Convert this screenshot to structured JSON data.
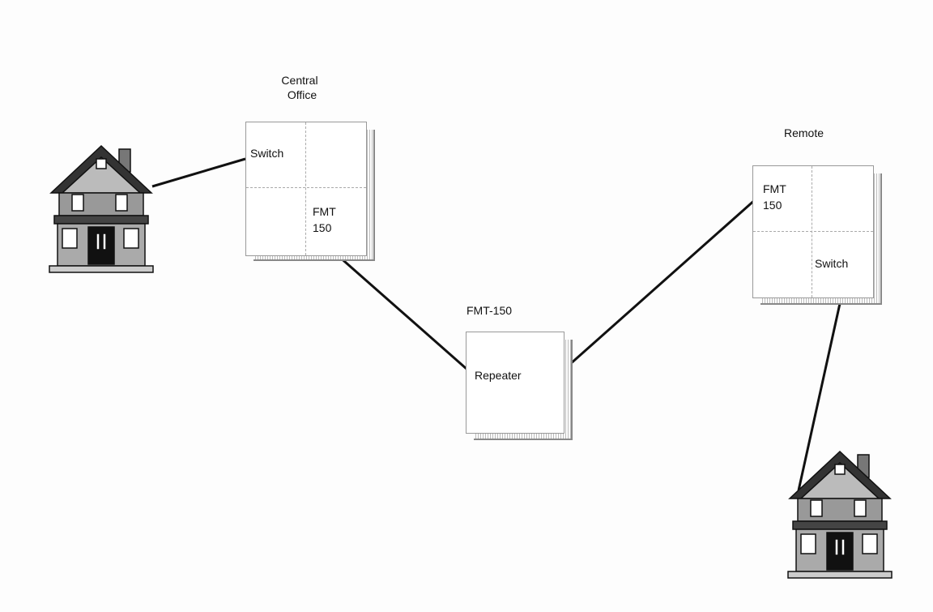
{
  "central_office": {
    "title_line1": "Central",
    "title_line2": "Office",
    "switch_label": "Switch",
    "fmt_line1": "FMT",
    "fmt_line2": "150"
  },
  "repeater": {
    "title": "FMT-150",
    "label": "Repeater"
  },
  "remote": {
    "title": "Remote",
    "fmt_line1": "FMT",
    "fmt_line2": "150",
    "switch_label": "Switch"
  },
  "icons": [
    "house-icon",
    "house-icon"
  ]
}
